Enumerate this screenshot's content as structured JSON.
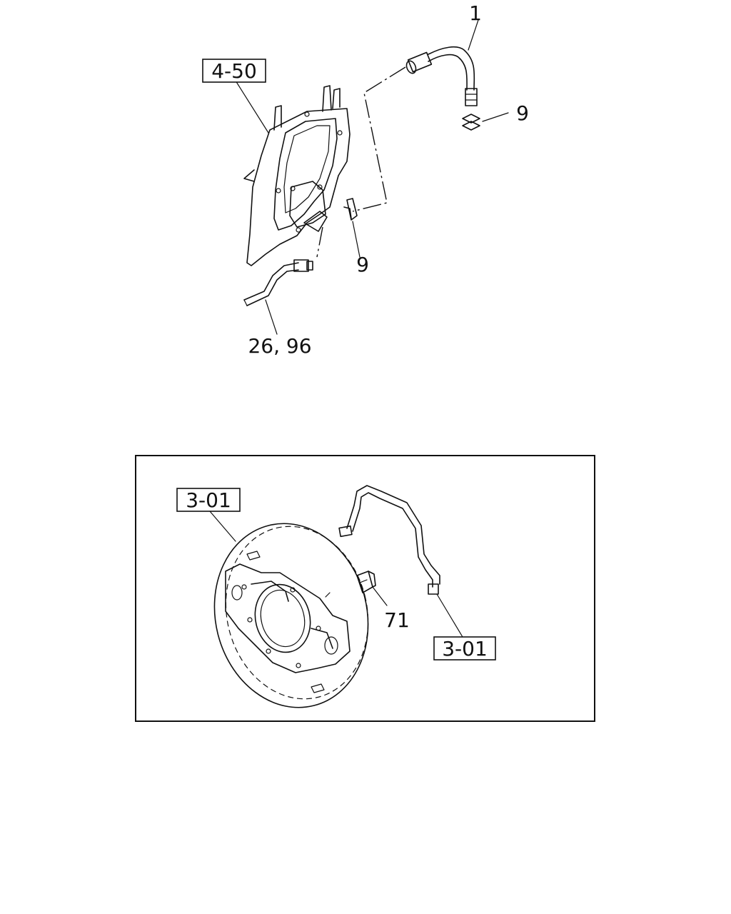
{
  "labels": {
    "hose_1": "1",
    "clip_9_upper": "9",
    "clip_9_lower": "9",
    "ref_4_50": "4-50",
    "pipe_26_96": "26, 96",
    "ref_3_01_plate": "3-01",
    "ref_3_01_pipe": "3-01",
    "clip_71": "71"
  }
}
